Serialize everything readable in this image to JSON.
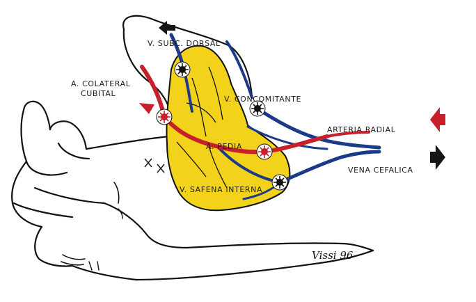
{
  "labels": {
    "v_subc_dorsal": "V. SUBC. DORSAL",
    "a_colateral": "A. COLATERAL",
    "cubital": "CUBITAL",
    "v_concomitante": "V. CONCOMITANTE",
    "arteria_radial": "ARTERIA RADIAL",
    "a_pedia": "A. PEDIA",
    "vena_cefalica": "VENA CEFALICA",
    "v_safena_interna": "V. SAFENA INTERNA"
  },
  "signature": "Vissi 96",
  "colors": {
    "flap": "#f2d21b",
    "artery": "#c8202a",
    "vein": "#1c3a8a",
    "outline": "#111111",
    "arrow_artery": "#c8202a",
    "arrow_vein": "#151515"
  },
  "icons": {
    "anastomosis": "star-burst",
    "arrow_in": "arrow-left",
    "arrow_out": "arrow-right"
  }
}
